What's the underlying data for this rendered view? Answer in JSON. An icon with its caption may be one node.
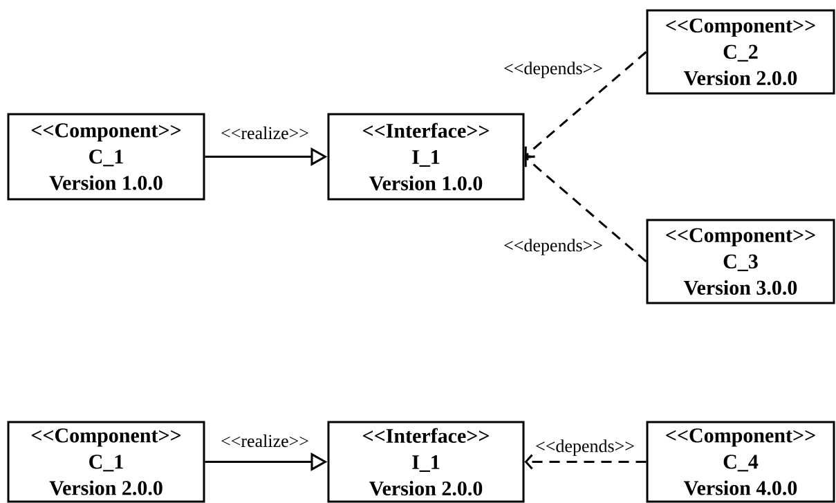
{
  "diagram": {
    "nodes": [
      {
        "text": [
          "<<Component>>",
          "C_1",
          "Version 1.0.0"
        ]
      },
      {
        "text": [
          "<<Interface>>",
          "I_1",
          "Version 1.0.0"
        ]
      },
      {
        "text": [
          "<<Component>>",
          "C_2",
          "Version 2.0.0"
        ]
      },
      {
        "text": [
          "<<Component>>",
          "C_3",
          "Version 3.0.0"
        ]
      },
      {
        "text": [
          "<<Component>>",
          "C_1",
          "Version 2.0.0"
        ]
      },
      {
        "text": [
          "<<Interface>>",
          "I_1",
          "Version 2.0.0"
        ]
      },
      {
        "text": [
          "<<Component>>",
          "C_4",
          "Version 4.0.0"
        ]
      }
    ],
    "edges": [
      {
        "from": 0,
        "to": 1,
        "arrow": "to",
        "label": "<<realize>>"
      },
      {
        "from": 2,
        "to": 1,
        "arrow": "to",
        "label": "<<depends>>",
        "style": "dashed"
      },
      {
        "from": 3,
        "to": 1,
        "arrow": "to",
        "label": "<<depends>>",
        "style": "dashed"
      },
      {
        "from": 4,
        "to": 5,
        "arrow": "to",
        "label": "<<realize>>"
      },
      {
        "from": 6,
        "to": 5,
        "arrow": "to",
        "label": "<<depends>>",
        "style": "dashed"
      }
    ]
  }
}
